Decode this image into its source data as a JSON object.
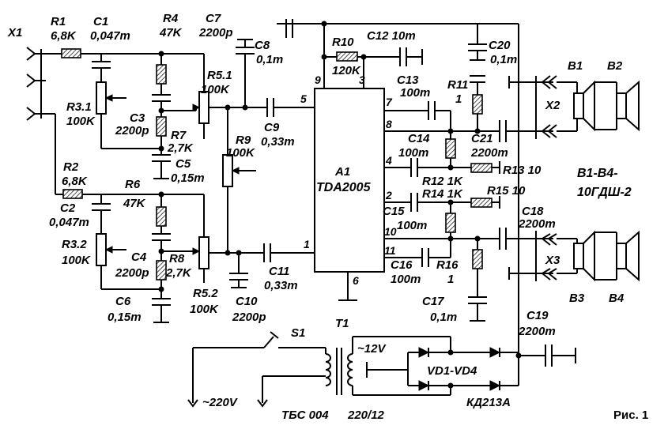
{
  "caption": "Рис. 1",
  "labels": {
    "x1": "X1",
    "r1": "R1",
    "r1_val": "6,8K",
    "c1": "C1",
    "c1_val": "0,047m",
    "r4": "R4",
    "r4_val": "47K",
    "c7": "C7",
    "c7_val": "2200p",
    "c8": "C8",
    "c8_val": "0,1m",
    "r5_1": "R5.1",
    "r5_1_val": "100K",
    "r3_1": "R3.1",
    "r3_1_val": "100K",
    "c3": "C3",
    "c3_val": "2200p",
    "r7": "R7",
    "r7_val": "2,7K",
    "c5": "C5",
    "c5_val": "0,15m",
    "c9": "C9",
    "c9_val": "0,33m",
    "r9": "R9",
    "r9_val": "100K",
    "r2": "R2",
    "r2_val": "6,8K",
    "r6": "R6",
    "r6_val": "47K",
    "c2": "C2",
    "c2_val": "0,047m",
    "r3_2": "R3.2",
    "r3_2_val": "100K",
    "c4": "C4",
    "c4_val": "2200p",
    "r8": "R8",
    "r8_val": "2,7K",
    "c6": "C6",
    "c6_val": "0,15m",
    "r5_2": "R5.2",
    "r5_2_val": "100K",
    "c10": "C10",
    "c10_val": "2200p",
    "c11": "C11",
    "c11_val": "0,33m",
    "a1": "A1",
    "ic_part": "TDA2005",
    "r10": "R10",
    "r10_val": "120K",
    "c12": "C12 10m",
    "c13": "C13",
    "c13_val": "100m",
    "r11": "R11",
    "r11_val": "1",
    "c20": "C20",
    "c20_val": "0,1m",
    "c14": "C14",
    "c14_val": "100m",
    "c21": "C21",
    "c21_val": "2200m",
    "r12": "R12 1K",
    "r13": "R13 10",
    "r14": "R14 1K",
    "r15": "R15 10",
    "c15": "C15",
    "c15_val": "100m",
    "c16": "C16",
    "c16_val": "100m",
    "r16": "R16",
    "r16_val": "1",
    "c17": "C17",
    "c17_val": "0,1m",
    "b1": "B1",
    "b2": "B2",
    "b3": "B3",
    "b4": "B4",
    "x2": "X2",
    "x3": "X3",
    "speakers": "B1-B4-",
    "speaker_type": "10ГДШ-2",
    "c18": "C18",
    "c18_val": "2200m",
    "c19": "C19",
    "c19_val": "2200m",
    "s1": "S1",
    "t1": "T1",
    "secondary": "~12V",
    "mains": "~220V",
    "transformer_type": "ТБС 004",
    "transformer_ratio": "220/12",
    "vd": "VD1-VD4",
    "diode_type": "КД213А"
  },
  "pins": {
    "p9": "9",
    "p3": "3",
    "p5": "5",
    "p1": "1",
    "p6": "6",
    "p7": "7",
    "p8": "8",
    "p4": "4",
    "p2": "2",
    "p10": "10",
    "p11": "11"
  }
}
